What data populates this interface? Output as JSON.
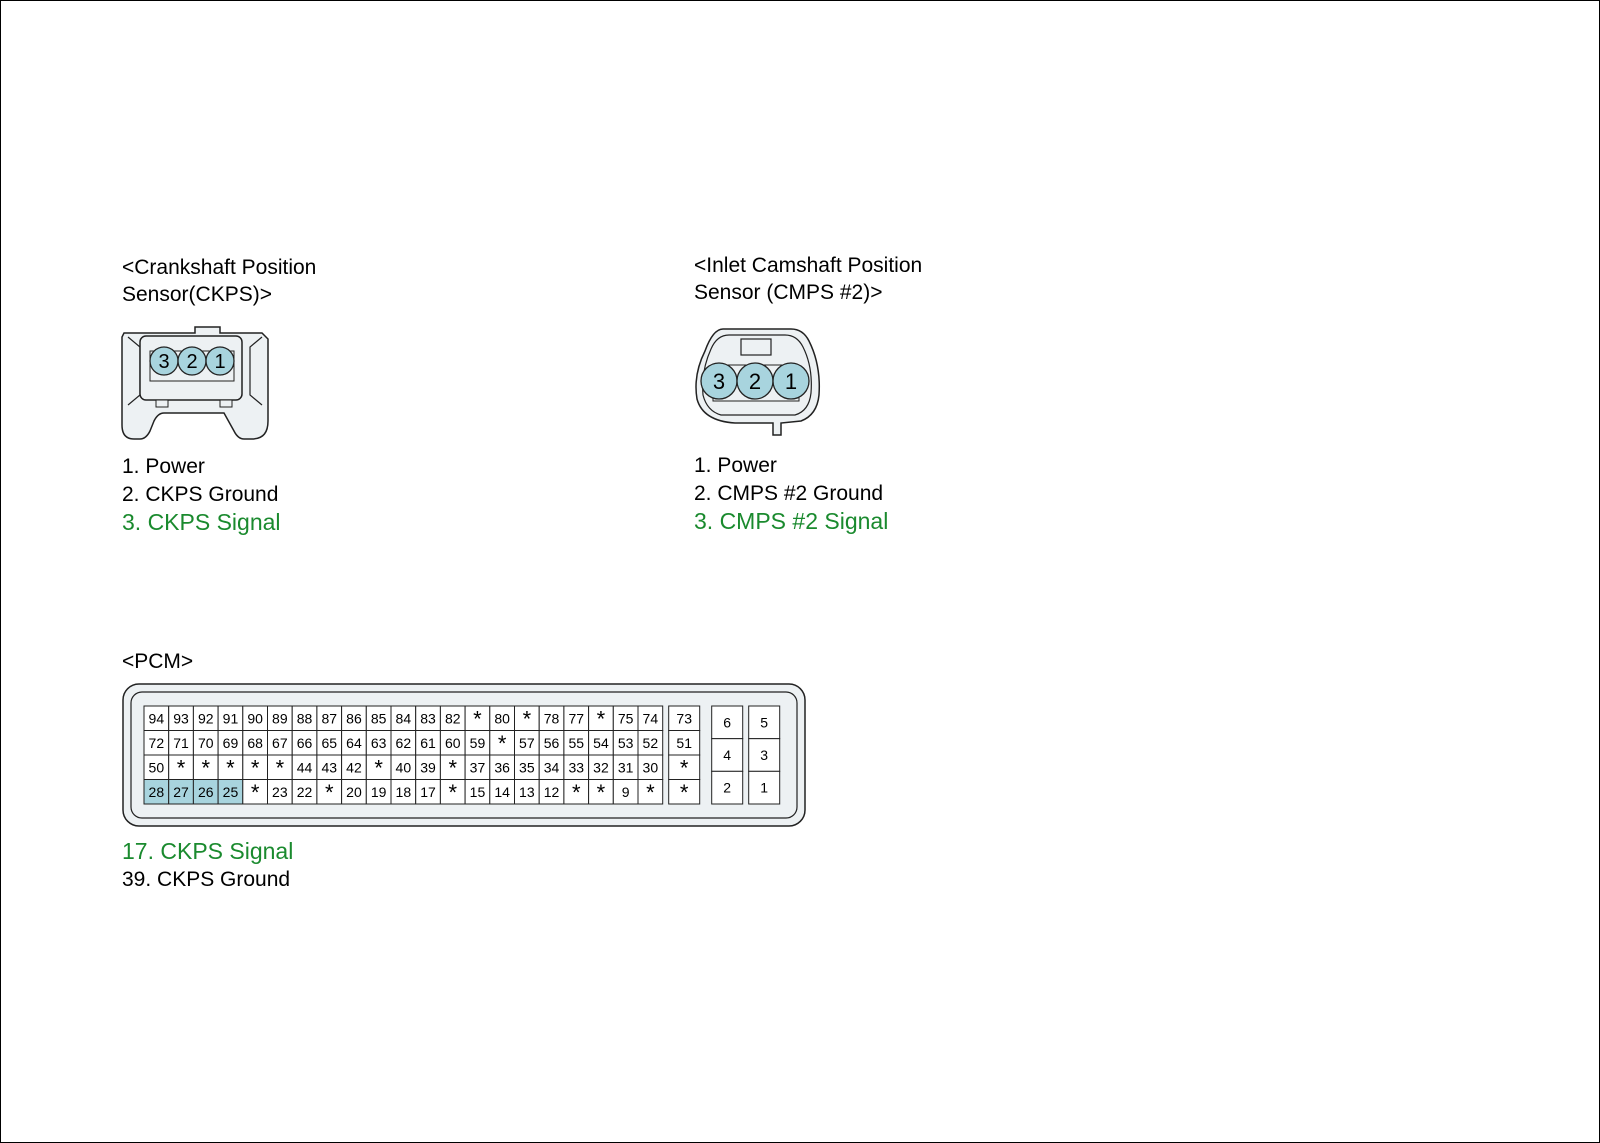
{
  "ckps": {
    "title_line1": "<Crankshaft Position",
    "title_line2": "Sensor(CKPS)>",
    "pins": [
      "3",
      "2",
      "1"
    ],
    "items": [
      {
        "text": "1. Power",
        "highlight": false
      },
      {
        "text": "2. CKPS Ground",
        "highlight": false
      },
      {
        "text": "3. CKPS Signal",
        "highlight": true
      }
    ]
  },
  "cmps": {
    "title_line1": "<Inlet Camshaft Position",
    "title_line2": "Sensor (CMPS #2)>",
    "pins": [
      "3",
      "2",
      "1"
    ],
    "items": [
      {
        "text": "1. Power",
        "highlight": false
      },
      {
        "text": "2. CMPS #2 Ground",
        "highlight": false
      },
      {
        "text": "3. CMPS #2 Signal",
        "highlight": true
      }
    ]
  },
  "pcm": {
    "title": "<PCM>",
    "main_rows": [
      [
        "94",
        "93",
        "92",
        "91",
        "90",
        "89",
        "88",
        "87",
        "86",
        "85",
        "84",
        "83",
        "82",
        "*",
        "80",
        "*",
        "78",
        "77",
        "*",
        "75",
        "74"
      ],
      [
        "72",
        "71",
        "70",
        "69",
        "68",
        "67",
        "66",
        "65",
        "64",
        "63",
        "62",
        "61",
        "60",
        "59",
        "*",
        "57",
        "56",
        "55",
        "54",
        "53",
        "52"
      ],
      [
        "50",
        "*",
        "*",
        "*",
        "*",
        "*",
        "44",
        "43",
        "42",
        "*",
        "40",
        "39",
        "*",
        "37",
        "36",
        "35",
        "34",
        "33",
        "32",
        "31",
        "30"
      ],
      [
        "28",
        "27",
        "26",
        "25",
        "*",
        "23",
        "22",
        "*",
        "20",
        "19",
        "18",
        "17",
        "*",
        "15",
        "14",
        "13",
        "12",
        "*",
        "*",
        "9",
        "*"
      ]
    ],
    "highlighted_pins": [
      "28",
      "27",
      "26",
      "25"
    ],
    "side_column": [
      "73",
      "51",
      "*",
      "*"
    ],
    "block_left": [
      "6",
      "4",
      "2"
    ],
    "block_right": [
      "5",
      "3",
      "1"
    ],
    "items": [
      {
        "text": "17. CKPS Signal",
        "highlight": true
      },
      {
        "text": "39. CKPS Ground",
        "highlight": false
      }
    ]
  },
  "colors": {
    "signal_text": "#1a8a2e",
    "pin_fill": "#a8d4de",
    "connector_fill": "#edf1f3",
    "stroke": "#222222"
  }
}
